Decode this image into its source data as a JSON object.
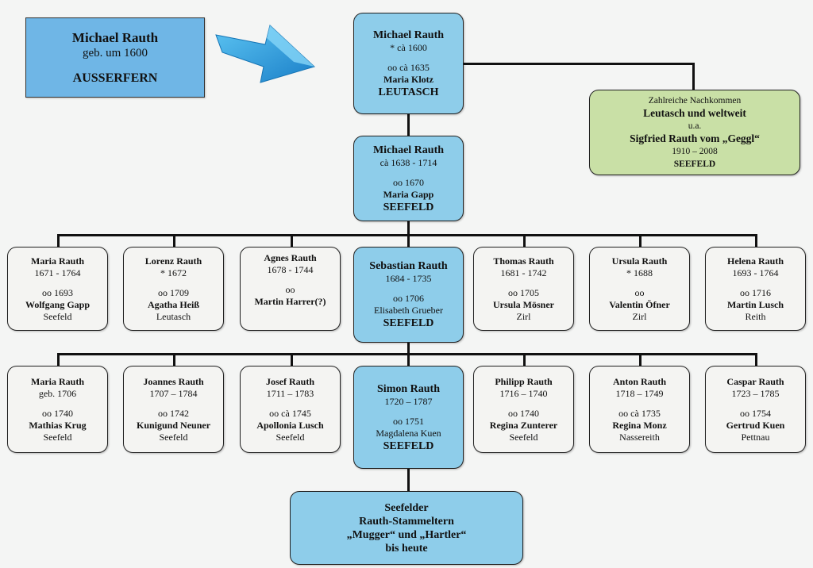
{
  "origin": {
    "name": "Michael Rauth",
    "born": "geb. um 1600",
    "place": "AUSSERFERN"
  },
  "gen1": {
    "name": "Michael Rauth",
    "born": "* cà 1600",
    "marriage": "oo cà 1635",
    "spouse": "Maria Klotz",
    "place": "LEUTASCH"
  },
  "descendants": {
    "l1": "Zahlreiche Nachkommen",
    "l2": "Leutasch und weltweit",
    "l3": "u.a.",
    "l4": "Sigfried Rauth vom „Geggl“",
    "l5": "1910 – 2008",
    "l6": "SEEFELD"
  },
  "gen2": {
    "name": "Michael Rauth",
    "years": "cà 1638 - 1714",
    "marriage": "oo 1670",
    "spouse": "Maria Gapp",
    "place": "SEEFELD"
  },
  "gen3": [
    {
      "name": "Maria Rauth",
      "years": "1671 - 1764",
      "marriage": "oo 1693",
      "spouse": "Wolfgang Gapp",
      "place": "Seefeld"
    },
    {
      "name": "Lorenz Rauth",
      "years": "* 1672",
      "marriage": "oo 1709",
      "spouse": "Agatha Heiß",
      "place": "Leutasch"
    },
    {
      "name": "Agnes Rauth",
      "years": "1678 - 1744",
      "marriage": "oo",
      "spouse": "Martin Harrer(?)",
      "place": ""
    },
    {
      "name": "Sebastian Rauth",
      "years": "1684 - 1735",
      "marriage": "oo 1706",
      "spouse": "Elisabeth Grueber",
      "place": "SEEFELD"
    },
    {
      "name": "Thomas Rauth",
      "years": "1681 - 1742",
      "marriage": "oo 1705",
      "spouse": "Ursula Mösner",
      "place": "Zirl"
    },
    {
      "name": "Ursula Rauth",
      "years": "* 1688",
      "marriage": "oo",
      "spouse": "Valentin Öfner",
      "place": "Zirl"
    },
    {
      "name": "Helena Rauth",
      "years": "1693 - 1764",
      "marriage": "oo 1716",
      "spouse": "Martin Lusch",
      "place": "Reith"
    }
  ],
  "gen4": [
    {
      "name": "Maria Rauth",
      "years": "geb. 1706",
      "marriage": "oo 1740",
      "spouse": "Mathias Krug",
      "place": "Seefeld"
    },
    {
      "name": "Joannes Rauth",
      "years": "1707 – 1784",
      "marriage": "oo 1742",
      "spouse": "Kunigund Neuner",
      "place": "Seefeld"
    },
    {
      "name": "Josef Rauth",
      "years": "1711 – 1783",
      "marriage": "oo cà 1745",
      "spouse": "Apollonia Lusch",
      "place": "Seefeld"
    },
    {
      "name": "Simon Rauth",
      "years": "1720 – 1787",
      "marriage": "oo 1751",
      "spouse": "Magdalena Kuen",
      "place": "SEEFELD"
    },
    {
      "name": "Philipp Rauth",
      "years": "1716 – 1740",
      "marriage": "oo 1740",
      "spouse": "Regina Zunterer",
      "place": "Seefeld"
    },
    {
      "name": "Anton Rauth",
      "years": "1718 – 1749",
      "marriage": "oo cà 1735",
      "spouse": "Regina Monz",
      "place": "Nassereith"
    },
    {
      "name": "Caspar Rauth",
      "years": "1723 – 1785",
      "marriage": "oo 1754",
      "spouse": "Gertrud Kuen",
      "place": "Pettnau"
    }
  ],
  "stammeltern": {
    "l1": "Seefelder",
    "l2": "Rauth-Stammeltern",
    "l3": "„Mugger“ und „Hartler“",
    "l4": "bis heute"
  },
  "colors": {
    "blue": "#8ecdea",
    "origin_blue": "#6fb6e6",
    "green": "#c9e0a6",
    "arrow": "#2a9fe0"
  },
  "icons": {
    "arrow": "arrow-right-icon"
  }
}
